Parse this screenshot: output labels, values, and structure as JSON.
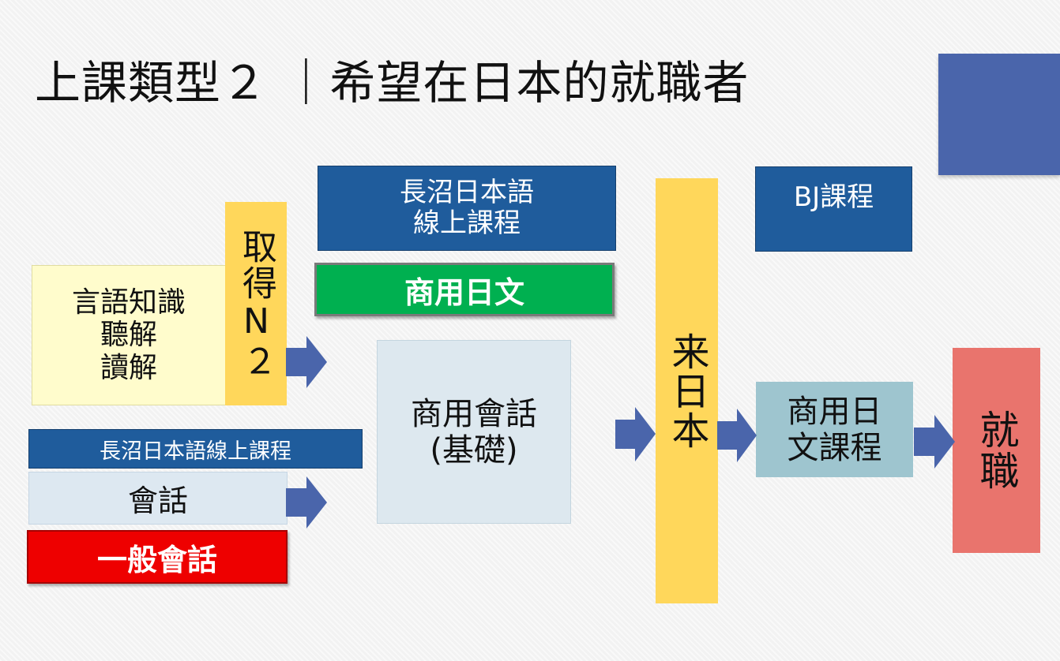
{
  "title": "上課類型２ ｜希望在日本的就職者",
  "boxes": {
    "language_skills": "言語知識\n聽解\n讀解",
    "obtain_n2": "取得N２",
    "online_course_left": "長沼日本語線上課程",
    "conversation": "會話",
    "general_conversation": "一般會話",
    "online_course_top": "長沼日本語\n線上課程",
    "business_japanese": "商用日文",
    "business_conversation": "商用會話\n(基礎)",
    "come_to_japan": "来日本",
    "bj_course": "BJ課程",
    "business_japanese_course": "商用日\n文課程",
    "employment": "就職"
  },
  "colors": {
    "blue": "#1f5c9c",
    "yellow": "#ffd75b",
    "green": "#00b050",
    "red": "#ee0000",
    "arrow": "#4a65ab",
    "employment": "#e9746d"
  }
}
